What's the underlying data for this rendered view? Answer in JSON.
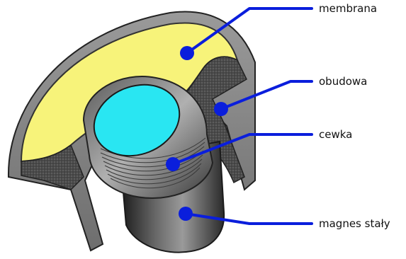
{
  "labels": {
    "membrane": "membrana",
    "housing": "obudowa",
    "coil": "cewka",
    "magnet": "magnes stały"
  },
  "colors": {
    "leader": "#0a1edc",
    "membrane_fill": "#f7f37a",
    "coil_face": "#29e6f2",
    "housing": "#8c8c8c",
    "background": "#ffffff"
  }
}
